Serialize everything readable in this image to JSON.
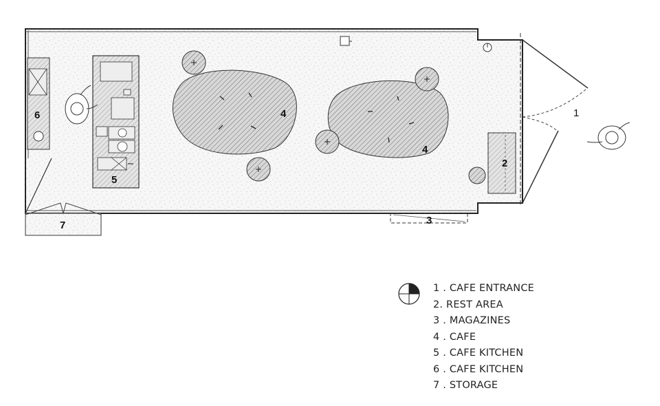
{
  "floor_labels": {
    "l1": "1",
    "l2": "2",
    "l3": "3",
    "l4a": "4",
    "l4b": "4",
    "l5": "5",
    "l6": "6",
    "l7": "7"
  },
  "legend": {
    "items": [
      "1 . CAFE ENTRANCE",
      "2.  REST AREA",
      "3 . MAGAZINES",
      "4 . CAFE",
      "5 . CAFE KITCHEN",
      "6 . CAFE KITCHEN",
      "7 . STORAGE"
    ]
  },
  "icons": {
    "compass": "north-arrow-icon",
    "person": "person-icon",
    "stool": "stool-icon"
  }
}
